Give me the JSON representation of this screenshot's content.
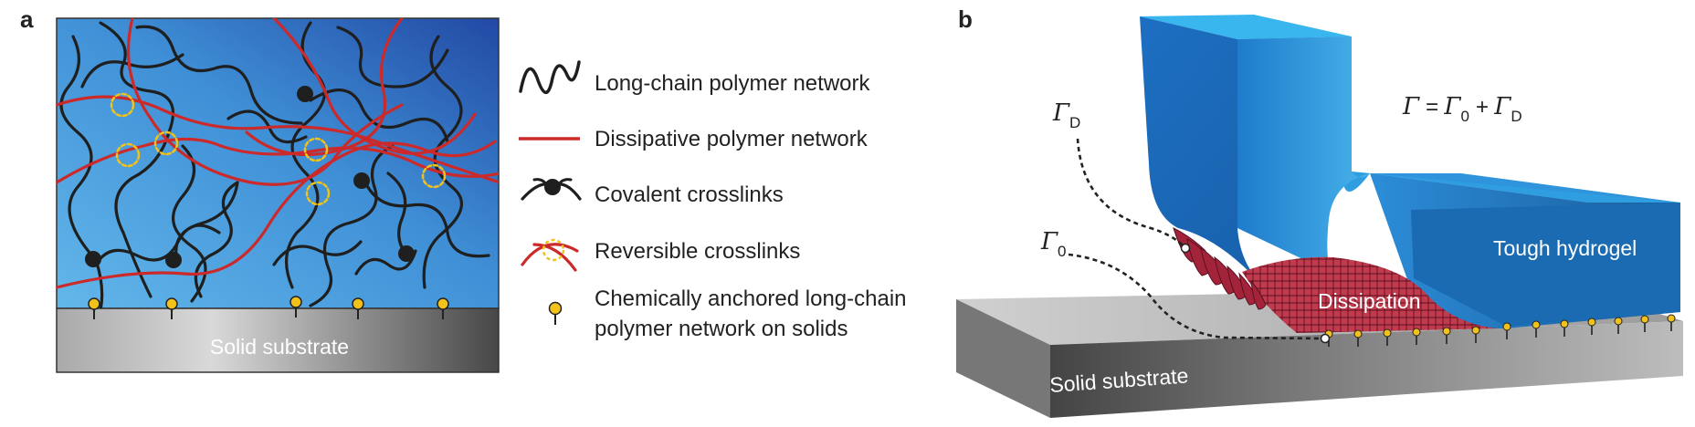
{
  "panel_a": {
    "label": "a",
    "substrate_label": "Solid substrate",
    "legend": [
      {
        "key": "long_chain",
        "icon": "wavy-chain-icon",
        "text": "Long-chain polymer network"
      },
      {
        "key": "dissipative",
        "icon": "red-line-icon",
        "text": "Dissipative polymer network"
      },
      {
        "key": "covalent",
        "icon": "covalent-crosslink-icon",
        "text": "Covalent crosslinks"
      },
      {
        "key": "reversible",
        "icon": "reversible-crosslink-icon",
        "text": "Reversible crosslinks"
      },
      {
        "key": "anchored",
        "icon": "anchor-pin-icon",
        "text": "Chemically anchored long-chain",
        "text2": "polymer network on solids"
      }
    ],
    "colors": {
      "gel_light": "#5aaee6",
      "gel_dark": "#2450a8",
      "chain": "#222222",
      "dissipative": "#cc2a2a",
      "anchor": "#f2c21b",
      "substrate_light": "#c8c8c8",
      "substrate_dark": "#4a4a4a"
    }
  },
  "panel_b": {
    "label": "b",
    "gamma_symbol": "Γ",
    "gamma_d_sub": "D",
    "gamma_0_sub": "0",
    "equation": {
      "lhs": "Γ",
      "eq": " = ",
      "t1": "Γ",
      "t1_sub": "0",
      "plus": " + ",
      "t2": "Γ",
      "t2_sub": "D"
    },
    "gel_label": "Tough hydrogel",
    "dissipation_label": "Dissipation",
    "substrate_label": "Solid substrate",
    "colors": {
      "gel_top": "#3aa6e0",
      "gel_front": "#1c6fc0",
      "dissipation": "#c23a4e",
      "substrate_top": "#b8b8b8",
      "substrate_front": "#555555"
    }
  }
}
